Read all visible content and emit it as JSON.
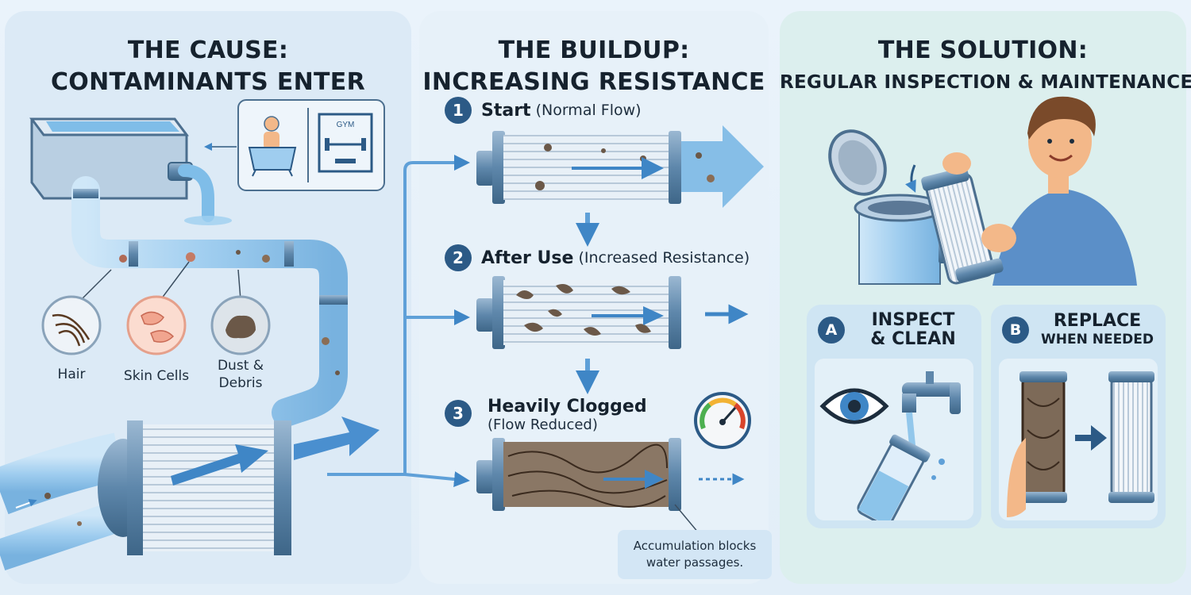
{
  "panels": {
    "cause": {
      "title_line1": "THE CAUSE:",
      "title_line2": "CONTAMINANTS ENTER",
      "sources": [
        "bathtub-user-icon",
        "gym-icon"
      ],
      "gym_label": "GYM",
      "contaminants": [
        {
          "label_line1": "Hair",
          "label_line2": ""
        },
        {
          "label_line1": "Skin Cells",
          "label_line2": ""
        },
        {
          "label_line1": "Dust &",
          "label_line2": "Debris"
        }
      ]
    },
    "buildup": {
      "title_line1": "THE BUILDUP:",
      "title_line2": "INCREASING RESISTANCE",
      "steps": [
        {
          "num": "1",
          "main": "Start",
          "sub": "(Normal Flow)"
        },
        {
          "num": "2",
          "main": "After Use",
          "sub": "(Increased Resistance)"
        },
        {
          "num": "3",
          "main": "Heavily Clogged",
          "sub": "(Flow Reduced)"
        }
      ],
      "note_line1": "Accumulation blocks",
      "note_line2": "water passages."
    },
    "solution": {
      "title_line1": "THE SOLUTION:",
      "title_line2": "REGULAR INSPECTION & MAINTENANCE",
      "cards": [
        {
          "letter": "A",
          "title_line1": "INSPECT",
          "title_line2": "& CLEAN"
        },
        {
          "letter": "B",
          "title_line1": "REPLACE",
          "title_line2": "WHEN NEEDED"
        }
      ]
    }
  },
  "colors": {
    "water": "#8cc4ea",
    "arrow": "#3f86c6",
    "accent": "#2c5a86",
    "filter_steel": "#5e87ab",
    "debris": "#6b5848"
  }
}
